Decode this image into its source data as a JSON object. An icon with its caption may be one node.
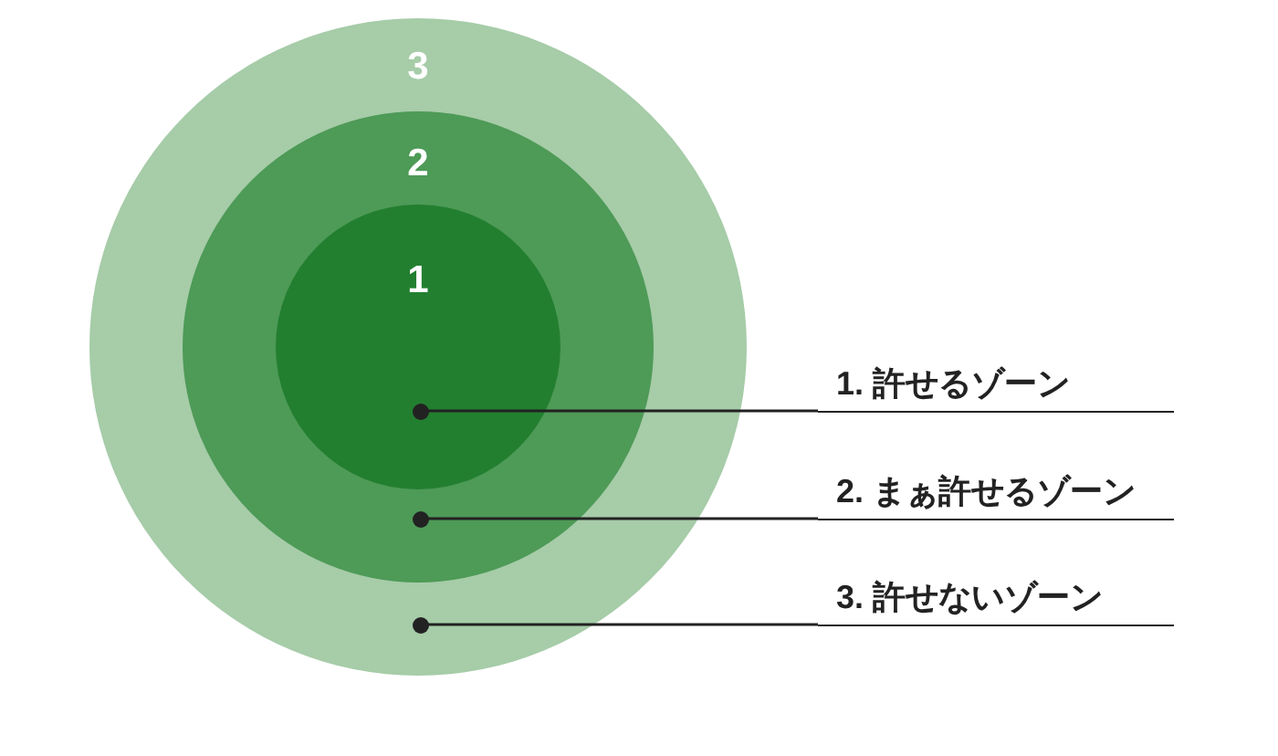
{
  "diagram": {
    "nodes": [
      {
        "text": [
          "3"
        ]
      },
      {
        "text": [
          "2"
        ],
        "in": 0
      },
      {
        "text": [
          "1"
        ],
        "in": 1
      },
      {
        "text": [],
        "shape": "circle",
        "in": 2
      },
      {
        "text": [],
        "shape": "circle",
        "in": 1
      },
      {
        "text": [],
        "shape": "circle",
        "in": 0
      },
      {
        "text": [
          "1. 許せるゾーン"
        ]
      },
      {
        "text": [
          "2. まぁ許せるゾーン"
        ]
      },
      {
        "text": [
          "3. 許せないゾーン"
        ]
      }
    ],
    "edges": [
      {
        "from": 6,
        "to": 3,
        "arrow": "none"
      },
      {
        "from": 7,
        "to": 4,
        "arrow": "none"
      },
      {
        "from": 8,
        "to": 5,
        "arrow": "none"
      }
    ]
  }
}
